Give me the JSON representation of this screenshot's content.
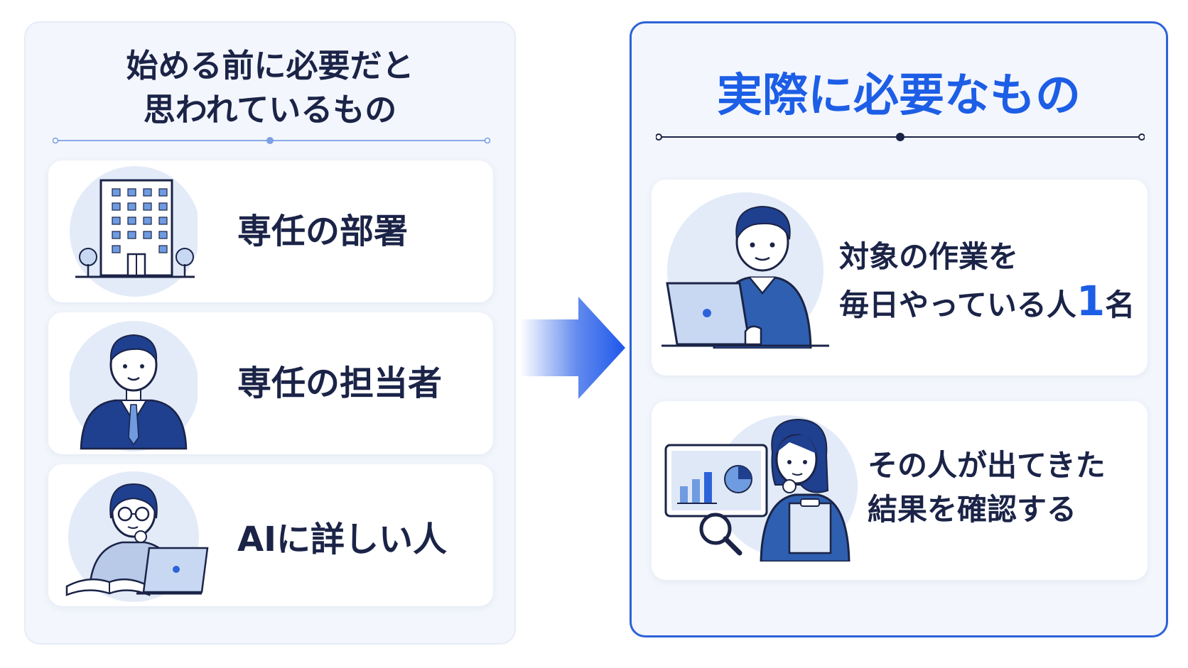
{
  "left": {
    "title_line1": "始める前に必要だと",
    "title_line2": "思われているもの",
    "items": [
      {
        "label": "専任の部署",
        "icon": "office-building-icon"
      },
      {
        "label": "専任の担当者",
        "icon": "businessman-icon"
      },
      {
        "label": "AIに詳しい人",
        "icon": "ai-expert-icon"
      }
    ]
  },
  "right": {
    "title": "実際に必要なもの",
    "items": [
      {
        "line1": "対象の作業を",
        "line2_prefix": "毎日やっている人",
        "line2_number": "1",
        "line2_suffix": "名",
        "icon": "worker-with-laptop-icon"
      },
      {
        "line1": "その人が出てきた",
        "line2": "結果を確認する",
        "icon": "reviewer-with-chart-icon"
      }
    ]
  },
  "colors": {
    "accent": "#1d5ee6",
    "text": "#1b2447",
    "panel_bg": "#f3f6fc",
    "figure_blue": "#2f5fb0",
    "navy": "#1f3f8f"
  }
}
